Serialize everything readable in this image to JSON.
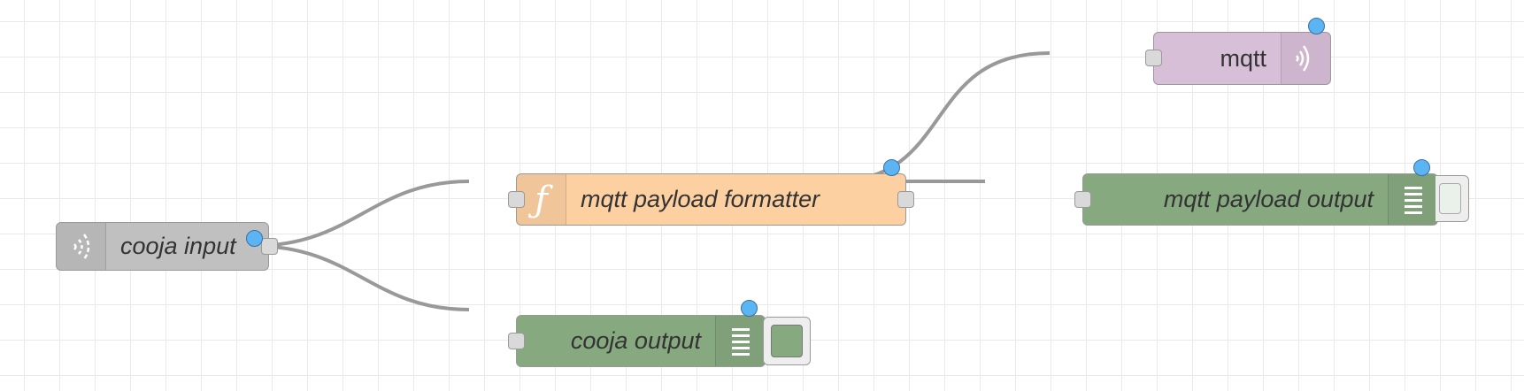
{
  "nodes": {
    "cooja_input": {
      "label": "cooja input",
      "type": "udp-input",
      "color": "#c0c0c0"
    },
    "formatter": {
      "label": "mqtt payload formatter",
      "type": "function",
      "color": "#fdd0a2"
    },
    "cooja_output": {
      "label": "cooja output",
      "type": "debug",
      "color": "#87a980"
    },
    "mqtt": {
      "label": "mqtt",
      "type": "mqtt-out",
      "color": "#d8bfd8"
    },
    "mqtt_payload_output": {
      "label": "mqtt payload output",
      "type": "debug",
      "color": "#87a980"
    }
  },
  "icons": {
    "function_glyph": "ƒ"
  },
  "colors": {
    "status_dot": "#5ab5f2",
    "wire": "#999999",
    "grid": "#e9e9e9"
  }
}
